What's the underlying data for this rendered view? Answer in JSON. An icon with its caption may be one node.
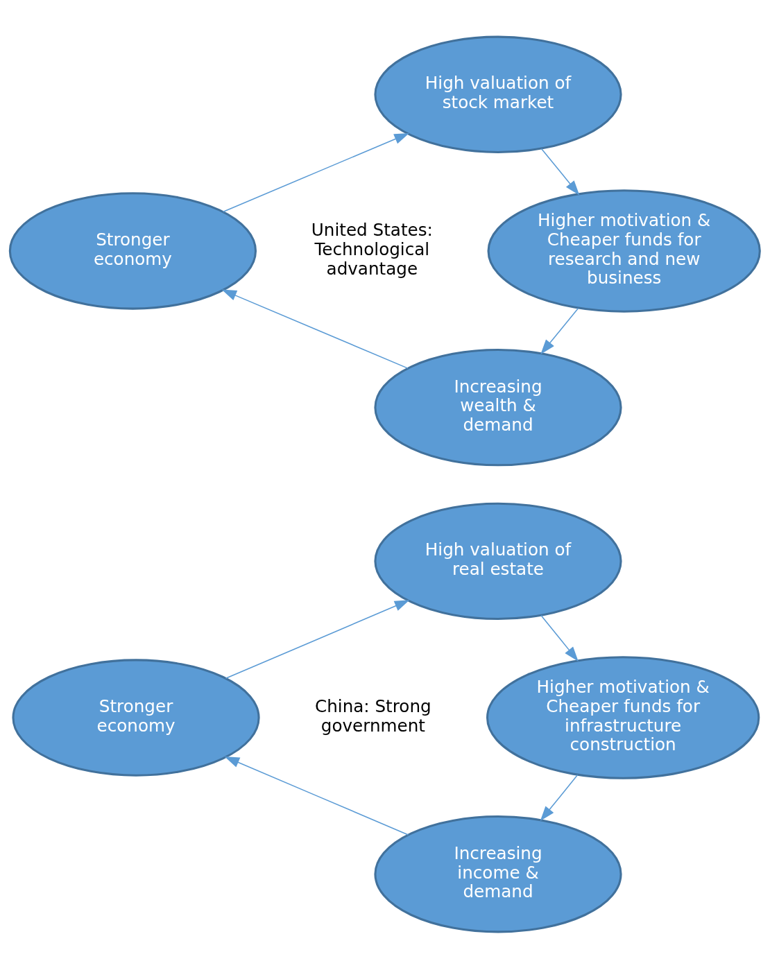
{
  "diagram": {
    "nodes": [
      {
        "text": [
          "High valuation of stock market"
        ]
      },
      {
        "text": [
          "Higher motivation & Cheaper funds for research and new business"
        ]
      },
      {
        "text": [
          "Increasing wealth & demand"
        ]
      },
      {
        "text": [
          "Stronger economy"
        ]
      },
      {
        "text": [
          "High valuation of real estate"
        ]
      },
      {
        "text": [
          "Higher motivation & Cheaper funds for infrastructure construction"
        ]
      },
      {
        "text": [
          "Increasing income & demand"
        ]
      },
      {
        "text": [
          "Stronger economy"
        ]
      }
    ],
    "edges": [
      {
        "from": 0,
        "to": 1,
        "arrow": "to"
      },
      {
        "from": 1,
        "to": 2,
        "arrow": "to"
      },
      {
        "from": 2,
        "to": 3,
        "arrow": "to"
      },
      {
        "from": 3,
        "to": 0,
        "arrow": "to"
      },
      {
        "from": 4,
        "to": 5,
        "arrow": "to"
      },
      {
        "from": 5,
        "to": 6,
        "arrow": "to"
      },
      {
        "from": 6,
        "to": 7,
        "arrow": "to"
      },
      {
        "from": 7,
        "to": 4,
        "arrow": "to"
      }
    ],
    "labels": [
      "United States: Technological advantage",
      "China: Strong government"
    ]
  }
}
